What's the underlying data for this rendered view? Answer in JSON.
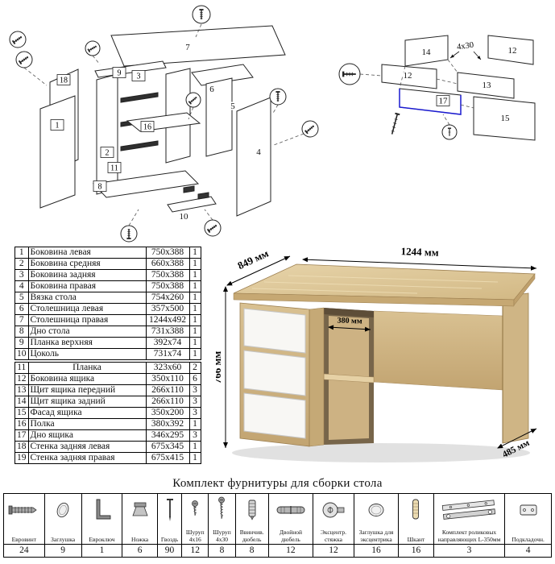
{
  "diagram_left": {
    "labels": {
      "n1": "1",
      "n2": "2",
      "n3": "3",
      "n4": "4",
      "n5": "5",
      "n6": "6",
      "n7": "7",
      "n8": "8",
      "n9": "9",
      "n10": "10",
      "n11": "11",
      "n16": "16",
      "n18": "18"
    }
  },
  "diagram_right": {
    "labels": {
      "n12a": "12",
      "n12b": "12",
      "n13": "13",
      "n14": "14",
      "n15": "15",
      "n17": "17"
    },
    "screw_note": "4х30"
  },
  "desk": {
    "dim_top_left": "849 мм",
    "dim_top_right": "1244 мм",
    "dim_height": "766 мм",
    "dim_shelf": "380 мм",
    "dim_side": "485 мм"
  },
  "parts_table": {
    "rows": [
      {
        "num": "1",
        "name": "Боковина левая",
        "size": "750x388",
        "qty": "1"
      },
      {
        "num": "2",
        "name": "Боковина средняя",
        "size": "660x388",
        "qty": "1"
      },
      {
        "num": "3",
        "name": "Боковина задняя",
        "size": "750x388",
        "qty": "1"
      },
      {
        "num": "4",
        "name": "Боковина правая",
        "size": "750x388",
        "qty": "1"
      },
      {
        "num": "5",
        "name": "Вязка стола",
        "size": "754x260",
        "qty": "1"
      },
      {
        "num": "6",
        "name": "Столешница левая",
        "size": "357x500",
        "qty": "1"
      },
      {
        "num": "7",
        "name": "Столешница правая",
        "size": "1244x492",
        "qty": "1"
      },
      {
        "num": "8",
        "name": "Дно стола",
        "size": "731x388",
        "qty": "1"
      },
      {
        "num": "9",
        "name": "Планка верхняя",
        "size": "392x74",
        "qty": "1"
      },
      {
        "num": "10",
        "name": "Цоколь",
        "size": "731x74",
        "qty": "1"
      },
      {
        "num": "11",
        "name": "Планка",
        "size": "323x60",
        "qty": "2"
      },
      {
        "num": "12",
        "name": "Боковина ящика",
        "size": "350x110",
        "qty": "6"
      },
      {
        "num": "13",
        "name": "Щит ящика передний",
        "size": "266x110",
        "qty": "3"
      },
      {
        "num": "14",
        "name": "Щит ящика задний",
        "size": "266x110",
        "qty": "3"
      },
      {
        "num": "15",
        "name": "Фасад ящика",
        "size": "350x200",
        "qty": "3"
      },
      {
        "num": "16",
        "name": "Полка",
        "size": "380x392",
        "qty": "1"
      },
      {
        "num": "17",
        "name": "Дно ящика",
        "size": "346x295",
        "qty": "3"
      },
      {
        "num": "18",
        "name": "Стенка задняя левая",
        "size": "675x345",
        "qty": "1"
      },
      {
        "num": "19",
        "name": "Стенка задняя правая",
        "size": "675x415",
        "qty": "1"
      }
    ]
  },
  "hardware": {
    "title": "Комплект фурнитуры для сборки стола",
    "items": [
      {
        "label": "Евровинт",
        "qty": "24",
        "icon": "confirmat-screw-icon"
      },
      {
        "label": "Заглушка",
        "qty": "9",
        "icon": "plug-cap-icon"
      },
      {
        "label": "Евроключ",
        "qty": "1",
        "icon": "hex-key-icon"
      },
      {
        "label": "Ножка",
        "qty": "6",
        "icon": "furniture-leg-icon"
      },
      {
        "label": "Гвоздь",
        "qty": "90",
        "icon": "nail-icon"
      },
      {
        "label": "Шуруп 4х16",
        "qty": "12",
        "icon": "screw-short-icon"
      },
      {
        "label": "Шуруп 4х30",
        "qty": "8",
        "icon": "screw-long-icon"
      },
      {
        "label": "Ввинчив. дюбель",
        "qty": "8",
        "icon": "screw-in-dowel-icon"
      },
      {
        "label": "Двойной дюбель",
        "qty": "12",
        "icon": "double-dowel-icon"
      },
      {
        "label": "Эксцентр. стяжка",
        "qty": "12",
        "icon": "cam-lock-icon"
      },
      {
        "label": "Заглушка для эксцентрика",
        "qty": "16",
        "icon": "cam-cover-icon"
      },
      {
        "label": "Шкант",
        "qty": "16",
        "icon": "wood-dowel-icon"
      },
      {
        "label": "Комплект роликовых направляющих L-350мм",
        "qty": "3",
        "icon": "drawer-slides-icon"
      },
      {
        "label": "Подкладочн.",
        "qty": "4",
        "icon": "pad-plate-icon"
      }
    ]
  }
}
